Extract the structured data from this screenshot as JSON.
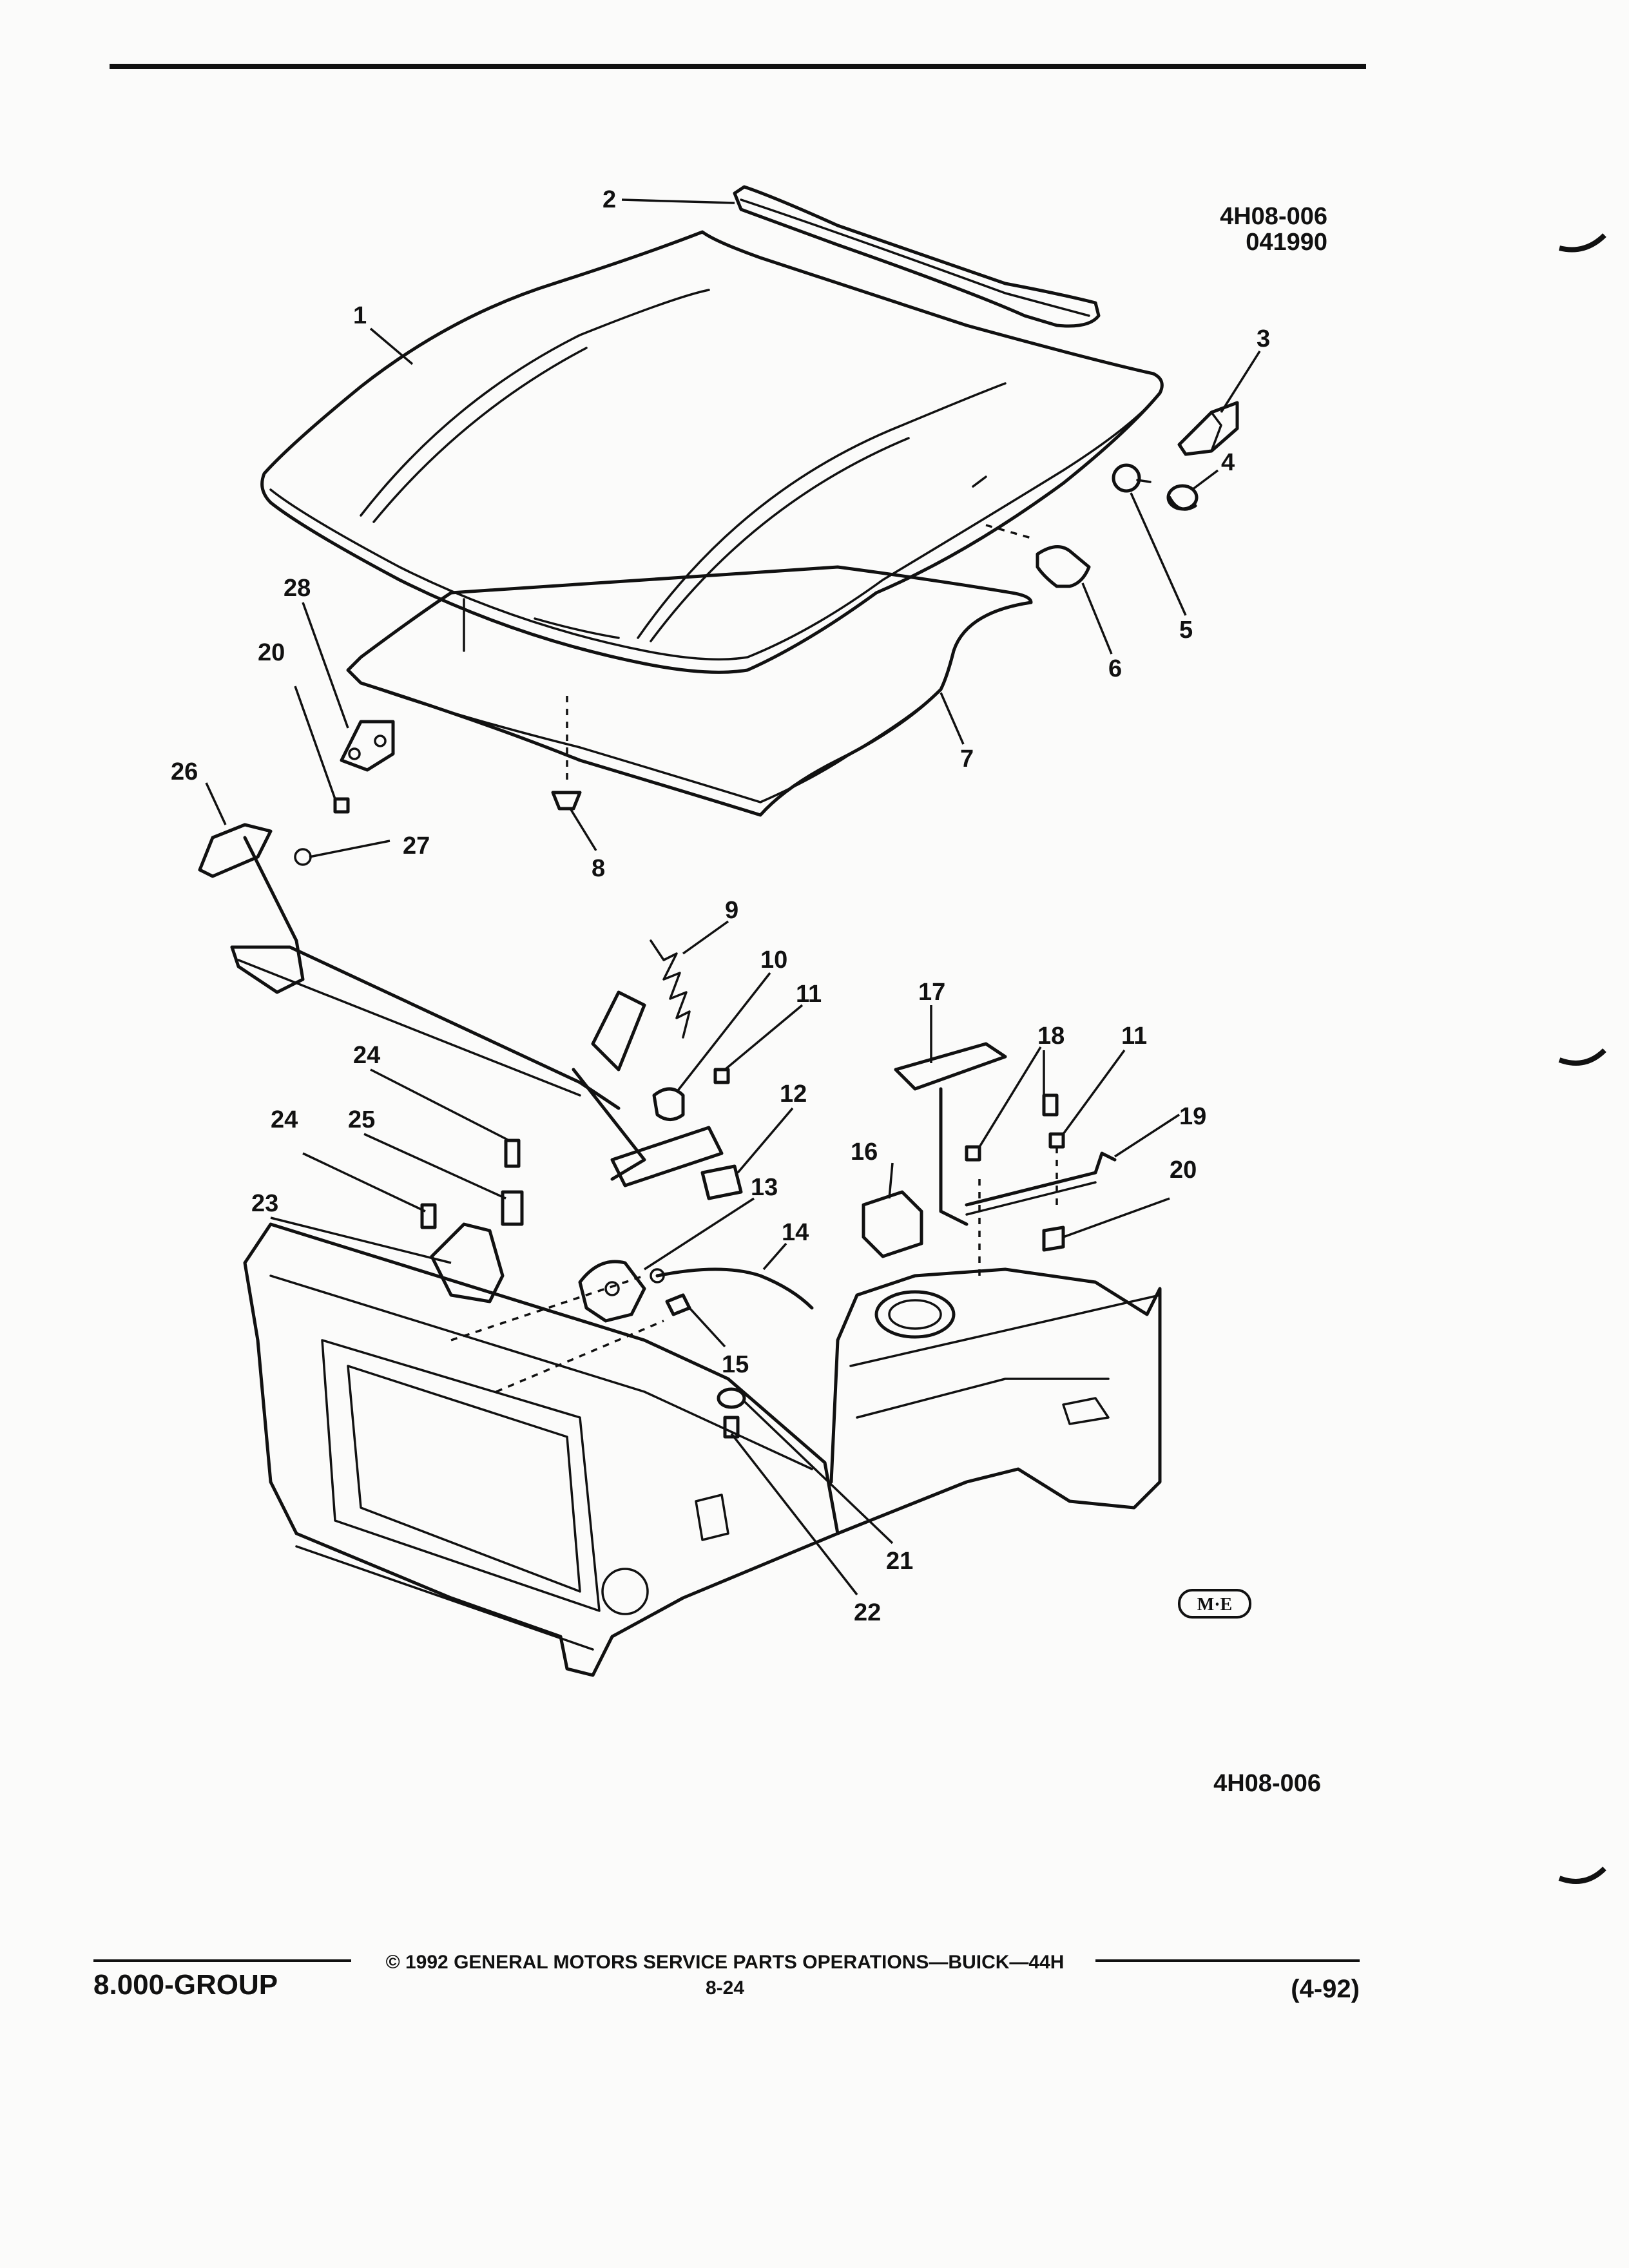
{
  "header": {
    "figure_code": "4H08-006",
    "figure_date": "041990"
  },
  "diagram": {
    "callouts": [
      {
        "id": "c1",
        "label": "1"
      },
      {
        "id": "c2",
        "label": "2"
      },
      {
        "id": "c3",
        "label": "3"
      },
      {
        "id": "c4",
        "label": "4"
      },
      {
        "id": "c5",
        "label": "5"
      },
      {
        "id": "c6",
        "label": "6"
      },
      {
        "id": "c7",
        "label": "7"
      },
      {
        "id": "c8",
        "label": "8"
      },
      {
        "id": "c9",
        "label": "9"
      },
      {
        "id": "c10",
        "label": "10"
      },
      {
        "id": "c11a",
        "label": "11"
      },
      {
        "id": "c11b",
        "label": "11"
      },
      {
        "id": "c12",
        "label": "12"
      },
      {
        "id": "c13",
        "label": "13"
      },
      {
        "id": "c14",
        "label": "14"
      },
      {
        "id": "c15",
        "label": "15"
      },
      {
        "id": "c16",
        "label": "16"
      },
      {
        "id": "c17",
        "label": "17"
      },
      {
        "id": "c18",
        "label": "18"
      },
      {
        "id": "c19",
        "label": "19"
      },
      {
        "id": "c20a",
        "label": "20"
      },
      {
        "id": "c20b",
        "label": "20"
      },
      {
        "id": "c21",
        "label": "21"
      },
      {
        "id": "c22",
        "label": "22"
      },
      {
        "id": "c23",
        "label": "23"
      },
      {
        "id": "c24a",
        "label": "24"
      },
      {
        "id": "c24b",
        "label": "24"
      },
      {
        "id": "c25",
        "label": "25"
      },
      {
        "id": "c26",
        "label": "26"
      },
      {
        "id": "c27",
        "label": "27"
      },
      {
        "id": "c28",
        "label": "28"
      }
    ],
    "badge": "M·E",
    "figure_id": "4H08-006"
  },
  "footer": {
    "section": "8.000-GROUP",
    "copyright": "© 1992 GENERAL MOTORS SERVICE PARTS OPERATIONS—BUICK—44H",
    "page": "8-24",
    "revision": "(4-92)"
  }
}
